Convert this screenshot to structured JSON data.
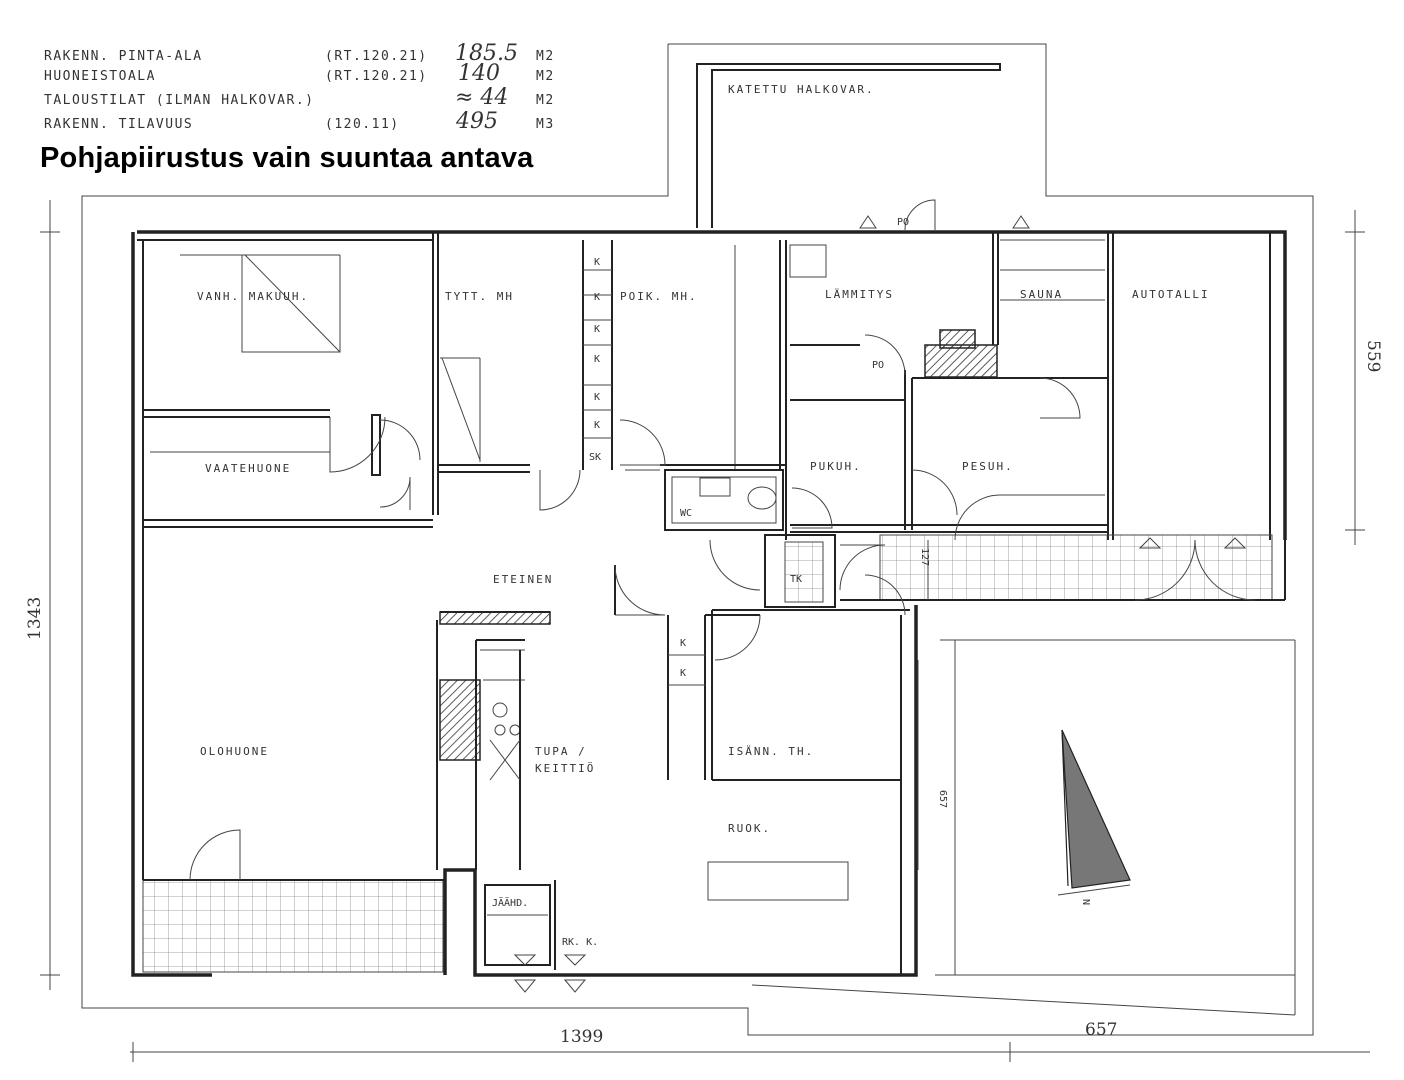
{
  "header": {
    "row1": {
      "label": "RAKENN. PINTA-ALA",
      "ref": "(RT.120.21)",
      "value": "185.5",
      "unit": "M2"
    },
    "row2": {
      "label": "HUONEISTOALA",
      "ref": "(RT.120.21)",
      "value": "140",
      "unit": "M2"
    },
    "row3": {
      "label": "TALOUSTILAT (ILMAN HALKOVAR.)",
      "ref": "",
      "value": "≈ 44",
      "unit": "M2"
    },
    "row4": {
      "label": "RAKENN. TILAVUUS",
      "ref": "(120.11)",
      "value": "495",
      "unit": "M3"
    }
  },
  "caption": "Pohjapiirustus vain suuntaa antava",
  "rooms": {
    "katettu": "KATETTU HALKOVAR.",
    "vanh_makuuh": "VANH. MAKUUH.",
    "tytt_mh": "TYTT. MH",
    "poik_mh": "POIK. MH.",
    "lammitys": "LÄMMITYS",
    "sauna": "SAUNA",
    "autotalli": "AUTOTALLI",
    "vaatehuone": "VAATEHUONE",
    "pukuh": "PUKUH.",
    "pesuh": "PESUH.",
    "wc": "WC",
    "eteinen": "ETEINEN",
    "tk": "TK",
    "olohuone": "OLOHUONE",
    "tupa": "TUPA /",
    "keittio": "KEITTIÖ",
    "isann_th": "ISÄNN. TH.",
    "ruok": "RUOK.",
    "jaakaappi": "JÄÄHD.",
    "rk_k": "RK. K.",
    "po1": "PO",
    "po2": "PO"
  },
  "closet_marks": [
    "K",
    "K",
    "K",
    "K",
    "K",
    "K",
    "SK",
    "K",
    "K"
  ],
  "dimensions": {
    "bottom_left": "1399",
    "bottom_right": "657",
    "left": "1343",
    "right": "559",
    "inner_vertical": "657",
    "inner_small": "127"
  },
  "north_label": "N"
}
